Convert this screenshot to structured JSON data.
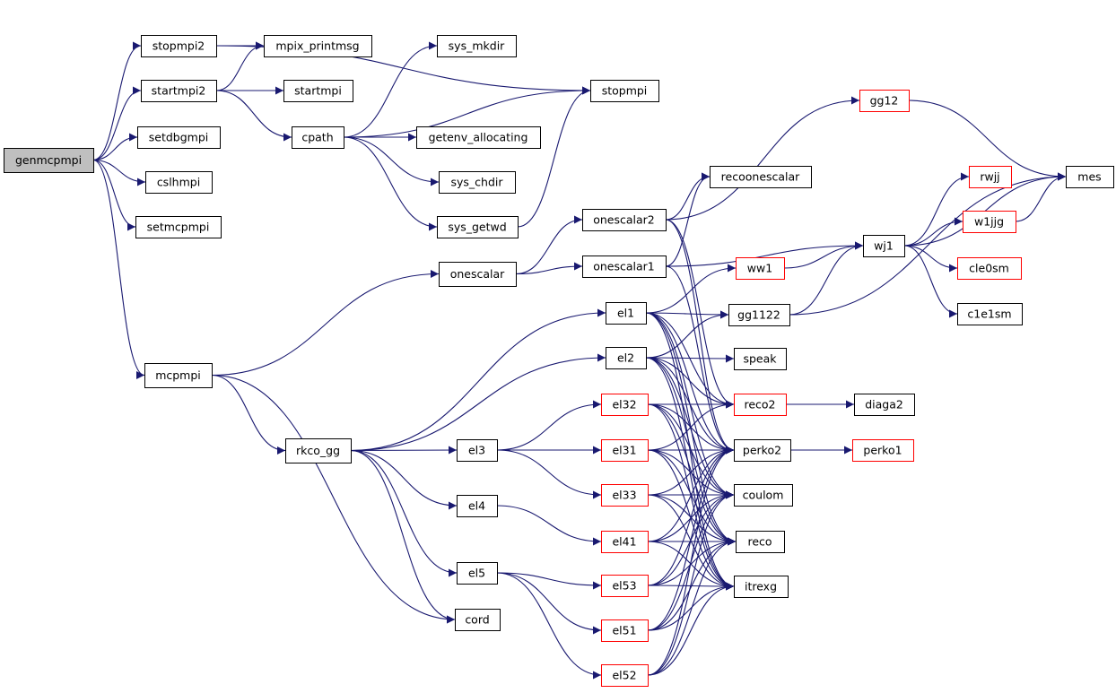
{
  "colors": {
    "edge": "#191970",
    "border_default": "#000000",
    "border_incomplete": "#ff0000",
    "root_fill": "#bfbfbf",
    "node_fill": "#ffffff"
  },
  "nodes": [
    {
      "id": "genmcpmpi",
      "label": "genmcpmpi",
      "style": "root"
    },
    {
      "id": "stopmpi2",
      "label": "stopmpi2",
      "style": "normal"
    },
    {
      "id": "startmpi2",
      "label": "startmpi2",
      "style": "normal"
    },
    {
      "id": "setdbgmpi",
      "label": "setdbgmpi",
      "style": "normal"
    },
    {
      "id": "cslhmpi",
      "label": "cslhmpi",
      "style": "normal"
    },
    {
      "id": "setmcpmpi",
      "label": "setmcpmpi",
      "style": "normal"
    },
    {
      "id": "mcpmpi",
      "label": "mcpmpi",
      "style": "normal"
    },
    {
      "id": "mpix_printmsg",
      "label": "mpix_printmsg",
      "style": "normal"
    },
    {
      "id": "startmpi",
      "label": "startmpi",
      "style": "normal"
    },
    {
      "id": "cpath",
      "label": "cpath",
      "style": "normal"
    },
    {
      "id": "sys_mkdir",
      "label": "sys_mkdir",
      "style": "normal"
    },
    {
      "id": "stopmpi",
      "label": "stopmpi",
      "style": "normal"
    },
    {
      "id": "getenv_allocating",
      "label": "getenv_allocating",
      "style": "normal"
    },
    {
      "id": "sys_chdir",
      "label": "sys_chdir",
      "style": "normal"
    },
    {
      "id": "sys_getwd",
      "label": "sys_getwd",
      "style": "normal"
    },
    {
      "id": "onescalar",
      "label": "onescalar",
      "style": "normal"
    },
    {
      "id": "onescalar2",
      "label": "onescalar2",
      "style": "normal"
    },
    {
      "id": "onescalar1",
      "label": "onescalar1",
      "style": "normal"
    },
    {
      "id": "gg12",
      "label": "gg12",
      "style": "incomplete"
    },
    {
      "id": "recoonescalar",
      "label": "recoonescalar",
      "style": "normal"
    },
    {
      "id": "mes",
      "label": "mes",
      "style": "normal"
    },
    {
      "id": "rwjj",
      "label": "rwjj",
      "style": "incomplete"
    },
    {
      "id": "w1jjg",
      "label": "w1jjg",
      "style": "incomplete"
    },
    {
      "id": "wj1",
      "label": "wj1",
      "style": "normal"
    },
    {
      "id": "ww1",
      "label": "ww1",
      "style": "incomplete"
    },
    {
      "id": "cle0sm",
      "label": "cle0sm",
      "style": "incomplete"
    },
    {
      "id": "c1e1sm",
      "label": "c1e1sm",
      "style": "normal"
    },
    {
      "id": "el1",
      "label": "el1",
      "style": "normal"
    },
    {
      "id": "gg1122",
      "label": "gg1122",
      "style": "normal"
    },
    {
      "id": "el2",
      "label": "el2",
      "style": "normal"
    },
    {
      "id": "speak",
      "label": "speak",
      "style": "normal"
    },
    {
      "id": "el32",
      "label": "el32",
      "style": "incomplete"
    },
    {
      "id": "reco2",
      "label": "reco2",
      "style": "incomplete"
    },
    {
      "id": "diaga2",
      "label": "diaga2",
      "style": "normal"
    },
    {
      "id": "rkco_gg",
      "label": "rkco_gg",
      "style": "normal"
    },
    {
      "id": "el3",
      "label": "el3",
      "style": "normal"
    },
    {
      "id": "el31",
      "label": "el31",
      "style": "incomplete"
    },
    {
      "id": "perko2",
      "label": "perko2",
      "style": "normal"
    },
    {
      "id": "perko1",
      "label": "perko1",
      "style": "incomplete"
    },
    {
      "id": "el33",
      "label": "el33",
      "style": "incomplete"
    },
    {
      "id": "coulom",
      "label": "coulom",
      "style": "normal"
    },
    {
      "id": "el4",
      "label": "el4",
      "style": "normal"
    },
    {
      "id": "el41",
      "label": "el41",
      "style": "incomplete"
    },
    {
      "id": "reco",
      "label": "reco",
      "style": "normal"
    },
    {
      "id": "el5",
      "label": "el5",
      "style": "normal"
    },
    {
      "id": "el53",
      "label": "el53",
      "style": "incomplete"
    },
    {
      "id": "itrexg",
      "label": "itrexg",
      "style": "normal"
    },
    {
      "id": "cord",
      "label": "cord",
      "style": "normal"
    },
    {
      "id": "el51",
      "label": "el51",
      "style": "incomplete"
    },
    {
      "id": "el52",
      "label": "el52",
      "style": "incomplete"
    }
  ],
  "edges": [
    [
      "genmcpmpi",
      "stopmpi2"
    ],
    [
      "genmcpmpi",
      "startmpi2"
    ],
    [
      "genmcpmpi",
      "setdbgmpi"
    ],
    [
      "genmcpmpi",
      "cslhmpi"
    ],
    [
      "genmcpmpi",
      "setmcpmpi"
    ],
    [
      "genmcpmpi",
      "mcpmpi"
    ],
    [
      "stopmpi2",
      "mpix_printmsg"
    ],
    [
      "stopmpi2",
      "stopmpi"
    ],
    [
      "startmpi2",
      "mpix_printmsg"
    ],
    [
      "startmpi2",
      "startmpi"
    ],
    [
      "startmpi2",
      "cpath"
    ],
    [
      "cpath",
      "sys_mkdir"
    ],
    [
      "cpath",
      "stopmpi"
    ],
    [
      "cpath",
      "getenv_allocating"
    ],
    [
      "cpath",
      "sys_chdir"
    ],
    [
      "cpath",
      "sys_getwd"
    ],
    [
      "sys_getwd",
      "stopmpi"
    ],
    [
      "mcpmpi",
      "onescalar"
    ],
    [
      "mcpmpi",
      "rkco_gg"
    ],
    [
      "mcpmpi",
      "cord"
    ],
    [
      "onescalar",
      "onescalar2"
    ],
    [
      "onescalar",
      "onescalar1"
    ],
    [
      "onescalar2",
      "gg12"
    ],
    [
      "onescalar2",
      "recoonescalar"
    ],
    [
      "onescalar2",
      "reco2"
    ],
    [
      "onescalar2",
      "perko2"
    ],
    [
      "onescalar1",
      "recoonescalar"
    ],
    [
      "onescalar1",
      "wj1"
    ],
    [
      "onescalar1",
      "perko2"
    ],
    [
      "gg12",
      "mes"
    ],
    [
      "wj1",
      "mes"
    ],
    [
      "wj1",
      "rwjj"
    ],
    [
      "wj1",
      "w1jjg"
    ],
    [
      "wj1",
      "cle0sm"
    ],
    [
      "wj1",
      "c1e1sm"
    ],
    [
      "w1jjg",
      "mes"
    ],
    [
      "ww1",
      "wj1"
    ],
    [
      "gg1122",
      "wj1"
    ],
    [
      "gg1122",
      "mes"
    ],
    [
      "rkco_gg",
      "el1"
    ],
    [
      "rkco_gg",
      "el2"
    ],
    [
      "rkco_gg",
      "el3"
    ],
    [
      "rkco_gg",
      "el4"
    ],
    [
      "rkco_gg",
      "el5"
    ],
    [
      "rkco_gg",
      "cord"
    ],
    [
      "el1",
      "ww1"
    ],
    [
      "el1",
      "gg1122"
    ],
    [
      "el1",
      "reco2"
    ],
    [
      "el1",
      "perko2"
    ],
    [
      "el1",
      "coulom"
    ],
    [
      "el1",
      "reco"
    ],
    [
      "el1",
      "itrexg"
    ],
    [
      "el2",
      "gg1122"
    ],
    [
      "el2",
      "speak"
    ],
    [
      "el2",
      "reco2"
    ],
    [
      "el2",
      "perko2"
    ],
    [
      "el2",
      "coulom"
    ],
    [
      "el2",
      "reco"
    ],
    [
      "el2",
      "itrexg"
    ],
    [
      "el3",
      "el32"
    ],
    [
      "el3",
      "el31"
    ],
    [
      "el3",
      "el33"
    ],
    [
      "el32",
      "reco2"
    ],
    [
      "el32",
      "perko2"
    ],
    [
      "el32",
      "coulom"
    ],
    [
      "el32",
      "reco"
    ],
    [
      "el32",
      "itrexg"
    ],
    [
      "el31",
      "reco2"
    ],
    [
      "el31",
      "perko2"
    ],
    [
      "el31",
      "coulom"
    ],
    [
      "el31",
      "reco"
    ],
    [
      "el31",
      "itrexg"
    ],
    [
      "el33",
      "perko2"
    ],
    [
      "el33",
      "coulom"
    ],
    [
      "el33",
      "reco"
    ],
    [
      "el33",
      "itrexg"
    ],
    [
      "el4",
      "el41"
    ],
    [
      "el41",
      "perko2"
    ],
    [
      "el41",
      "coulom"
    ],
    [
      "el41",
      "reco"
    ],
    [
      "el41",
      "itrexg"
    ],
    [
      "el5",
      "el53"
    ],
    [
      "el5",
      "el51"
    ],
    [
      "el5",
      "el52"
    ],
    [
      "el53",
      "perko2"
    ],
    [
      "el53",
      "coulom"
    ],
    [
      "el53",
      "reco"
    ],
    [
      "el53",
      "itrexg"
    ],
    [
      "el51",
      "perko2"
    ],
    [
      "el51",
      "coulom"
    ],
    [
      "el51",
      "reco"
    ],
    [
      "el51",
      "itrexg"
    ],
    [
      "el52",
      "perko2"
    ],
    [
      "el52",
      "coulom"
    ],
    [
      "el52",
      "reco"
    ],
    [
      "el52",
      "itrexg"
    ],
    [
      "reco2",
      "diaga2"
    ],
    [
      "perko2",
      "perko1"
    ]
  ]
}
